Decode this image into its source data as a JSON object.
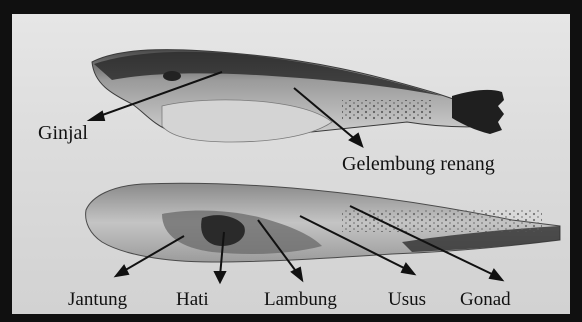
{
  "labels": {
    "ginjal": "Ginjal",
    "gelembung_renang": "Gelembung renang",
    "jantung": "Jantung",
    "hati": "Hati",
    "lambung": "Lambung",
    "usus": "Usus",
    "gonad": "Gonad"
  },
  "colors": {
    "frame": "#101010",
    "paper": "#dcdcdc",
    "fish_body": "#b8b8b8",
    "fish_dark": "#3a3a3a",
    "fish_tail": "#1f1f1f",
    "line": "#111111"
  }
}
